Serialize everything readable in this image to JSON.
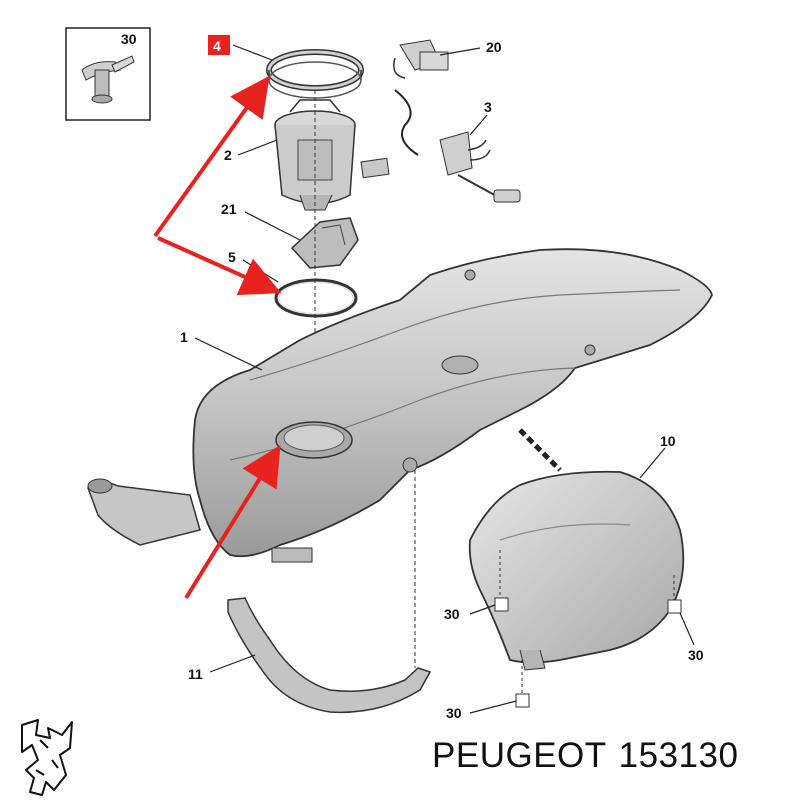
{
  "callouts": {
    "c30_box": "30",
    "c4": "4",
    "c20": "20",
    "c3": "3",
    "c2": "2",
    "c21": "21",
    "c5": "5",
    "c1": "1",
    "c10": "10",
    "c30_left": "30",
    "c30_right": "30",
    "c30_bottom": "30",
    "c11": "11"
  },
  "brand": {
    "name": "PEUGEOT",
    "part_number": "153130",
    "logo": "peugeot-lion-logo"
  },
  "colors": {
    "arrow": "#e8231f",
    "highlight_box": "#e8231f",
    "part_fill": "#c8c8c8",
    "part_stroke": "#333333",
    "text": "#111111"
  }
}
